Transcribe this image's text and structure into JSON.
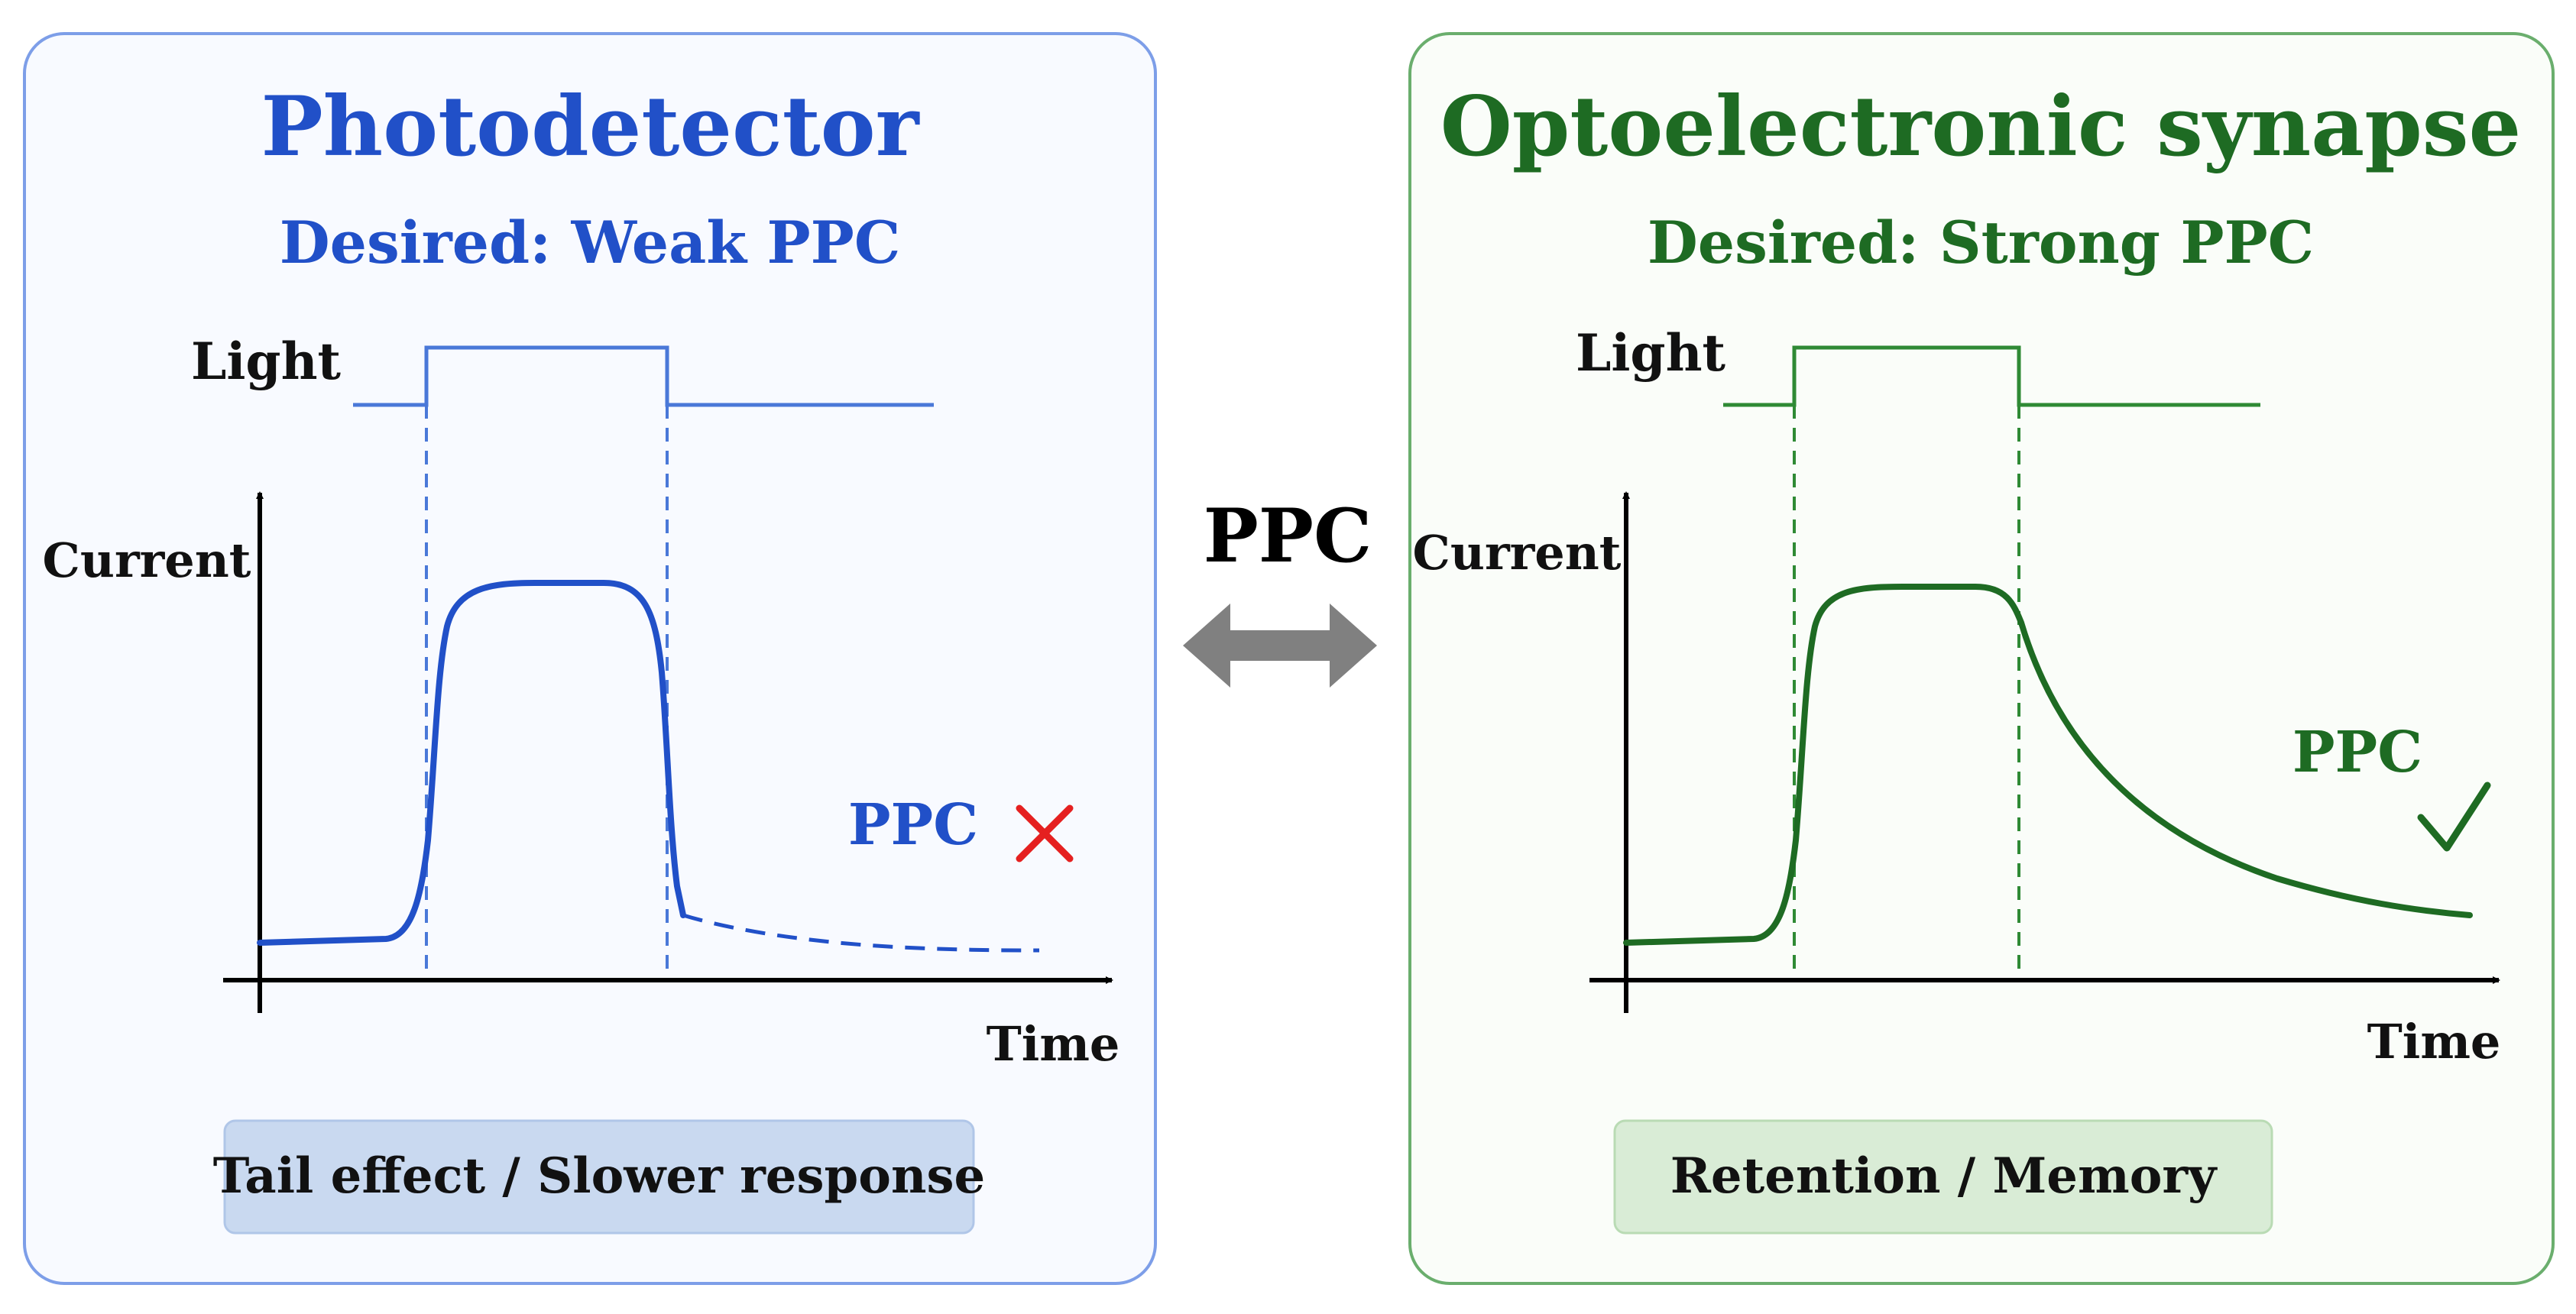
{
  "center": {
    "label": "PPC",
    "arrow_icon": "double-headed-arrow-icon",
    "arrow_color": "#808080"
  },
  "left_panel": {
    "title": "Photodetector",
    "subtitle": "Desired: Weak PPC",
    "light_label": "Light",
    "y_axis_label": "Current",
    "x_axis_label": "Time",
    "ppc_label": "PPC",
    "ppc_mark_icon": "cross-icon",
    "footer": "Tail effect / Slower response",
    "theme_color": "#2150c8",
    "light_color": "#4a78d8",
    "frame_color": "#7d9ee8",
    "panel_bg": "#f8faff",
    "footer_bg": "#c9d9f0",
    "footer_border": "#b0c6e8",
    "mark_color": "#e52020",
    "tail": "dashed"
  },
  "right_panel": {
    "title": "Optoelectronic synapse",
    "subtitle": "Desired: Strong PPC",
    "light_label": "Light",
    "y_axis_label": "Current",
    "x_axis_label": "Time",
    "ppc_label": "PPC",
    "ppc_mark_icon": "check-icon",
    "footer": "Retention / Memory",
    "theme_color": "#1e6b23",
    "light_color": "#2f8a35",
    "frame_color": "#6aae6d",
    "panel_bg": "#fafdf9",
    "footer_bg": "#d9ecd6",
    "footer_border": "#b9dbb4",
    "mark_color": "#1e6b23",
    "tail": "solid"
  }
}
